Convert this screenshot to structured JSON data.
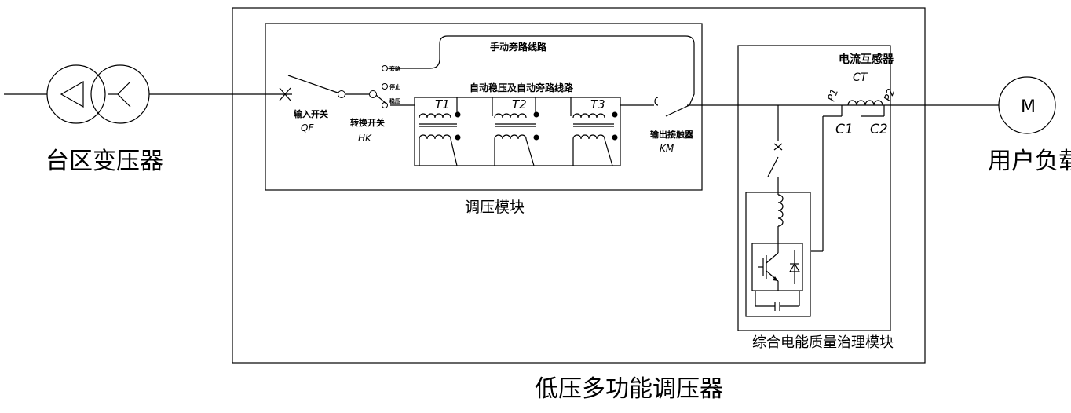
{
  "labels": {
    "source_transformer": "台区变压器",
    "user_load": "用户负载",
    "motor_symbol": "M",
    "device_name": "低压多功能调压器",
    "regulating_module": "调压模块",
    "power_quality_module": "综合电能质量治理模块",
    "current_transformer": "电流互感器",
    "ct_symbol": "CT",
    "ct_p1": "P1",
    "ct_p2": "P2",
    "ct_c1": "C1",
    "ct_c2": "C2",
    "manual_bypass": "手动旁路线路",
    "auto_regulating_bypass": "自动稳压及自动旁路线路",
    "input_switch": "输入开关",
    "input_switch_code": "QF",
    "transfer_switch": "转换开关",
    "transfer_switch_code": "HK",
    "output_contactor": "输出接触器",
    "output_contactor_code": "KM",
    "pos_bypass": "旁路",
    "pos_stop": "停止",
    "pos_regulate": "稳压",
    "t1": "T1",
    "t2": "T2",
    "t3": "T3"
  }
}
